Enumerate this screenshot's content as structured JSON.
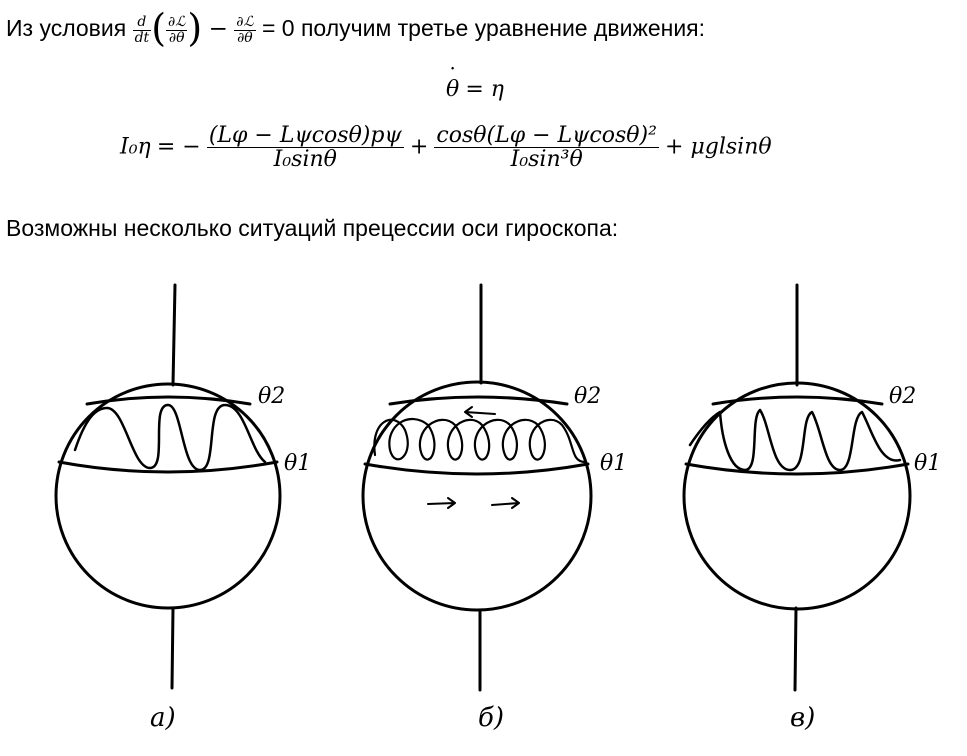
{
  "intro": {
    "prefix": "Из условия",
    "suffix": "= 0 получим третье уравнение движения:"
  },
  "equation1": {
    "lhs": "θ",
    "rhs": "= η"
  },
  "equation2": {
    "lhs": "I₀η",
    "term1_num": "(Lφ − Lψcosθ)pψ",
    "term1_den": "I₀sinθ",
    "term2_num": "cosθ(Lφ − Lψcosθ)²",
    "term2_den": "I₀sin³θ",
    "term3": "+ μglsinθ"
  },
  "outro": "Возможны несколько ситуаций прецессии оси гироскопа:",
  "figure": {
    "panels": [
      {
        "label": "а)",
        "theta2": "θ2",
        "theta1": "θ1"
      },
      {
        "label": "б)",
        "theta2": "θ2",
        "theta1": "θ1"
      },
      {
        "label": "в)",
        "theta2": "θ2",
        "theta1": "θ1"
      }
    ]
  }
}
